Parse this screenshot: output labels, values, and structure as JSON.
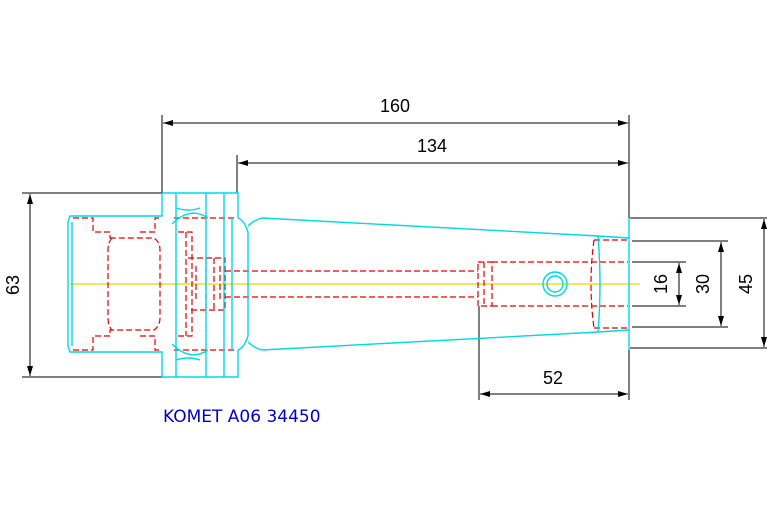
{
  "drawing": {
    "dimensions": {
      "overall_length": "160",
      "shank_length": "134",
      "flange_diameter": "63",
      "inner_bore": "16",
      "nose_inner": "30",
      "nose_outer": "45",
      "clamp_length": "52"
    },
    "part_label": "KOMET A06 34450"
  },
  "colors": {
    "outline": "#00d8e6",
    "hidden": "#e00000",
    "centerline": "#e6d600",
    "dimensions": "#000000",
    "label": "#0000cc"
  }
}
